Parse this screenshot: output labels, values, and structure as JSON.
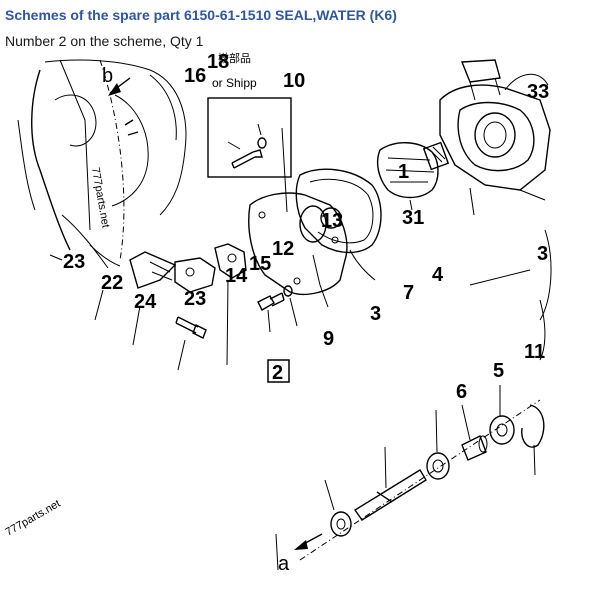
{
  "header": {
    "title": "Schemes of the spare part 6150-61-1510 SEAL,WATER (K6)",
    "subtitle": "Number 2 on the scheme, Qty 1"
  },
  "scheme": {
    "highlighted_callout": "2",
    "callouts": [
      "16",
      "18",
      "10",
      "33",
      "1",
      "13",
      "31",
      "12",
      "15",
      "23",
      "22",
      "24",
      "23",
      "14",
      "4",
      "7",
      "3",
      "9",
      "11",
      "5",
      "6",
      "3"
    ],
    "annotations": {
      "letter_b": "b",
      "letter_a": "a",
      "parts_ref_top": "777parts.net",
      "parts_ref_bottom": "777parts.net",
      "note_top": "撤部品",
      "note_bottom": "or Shipp"
    }
  }
}
